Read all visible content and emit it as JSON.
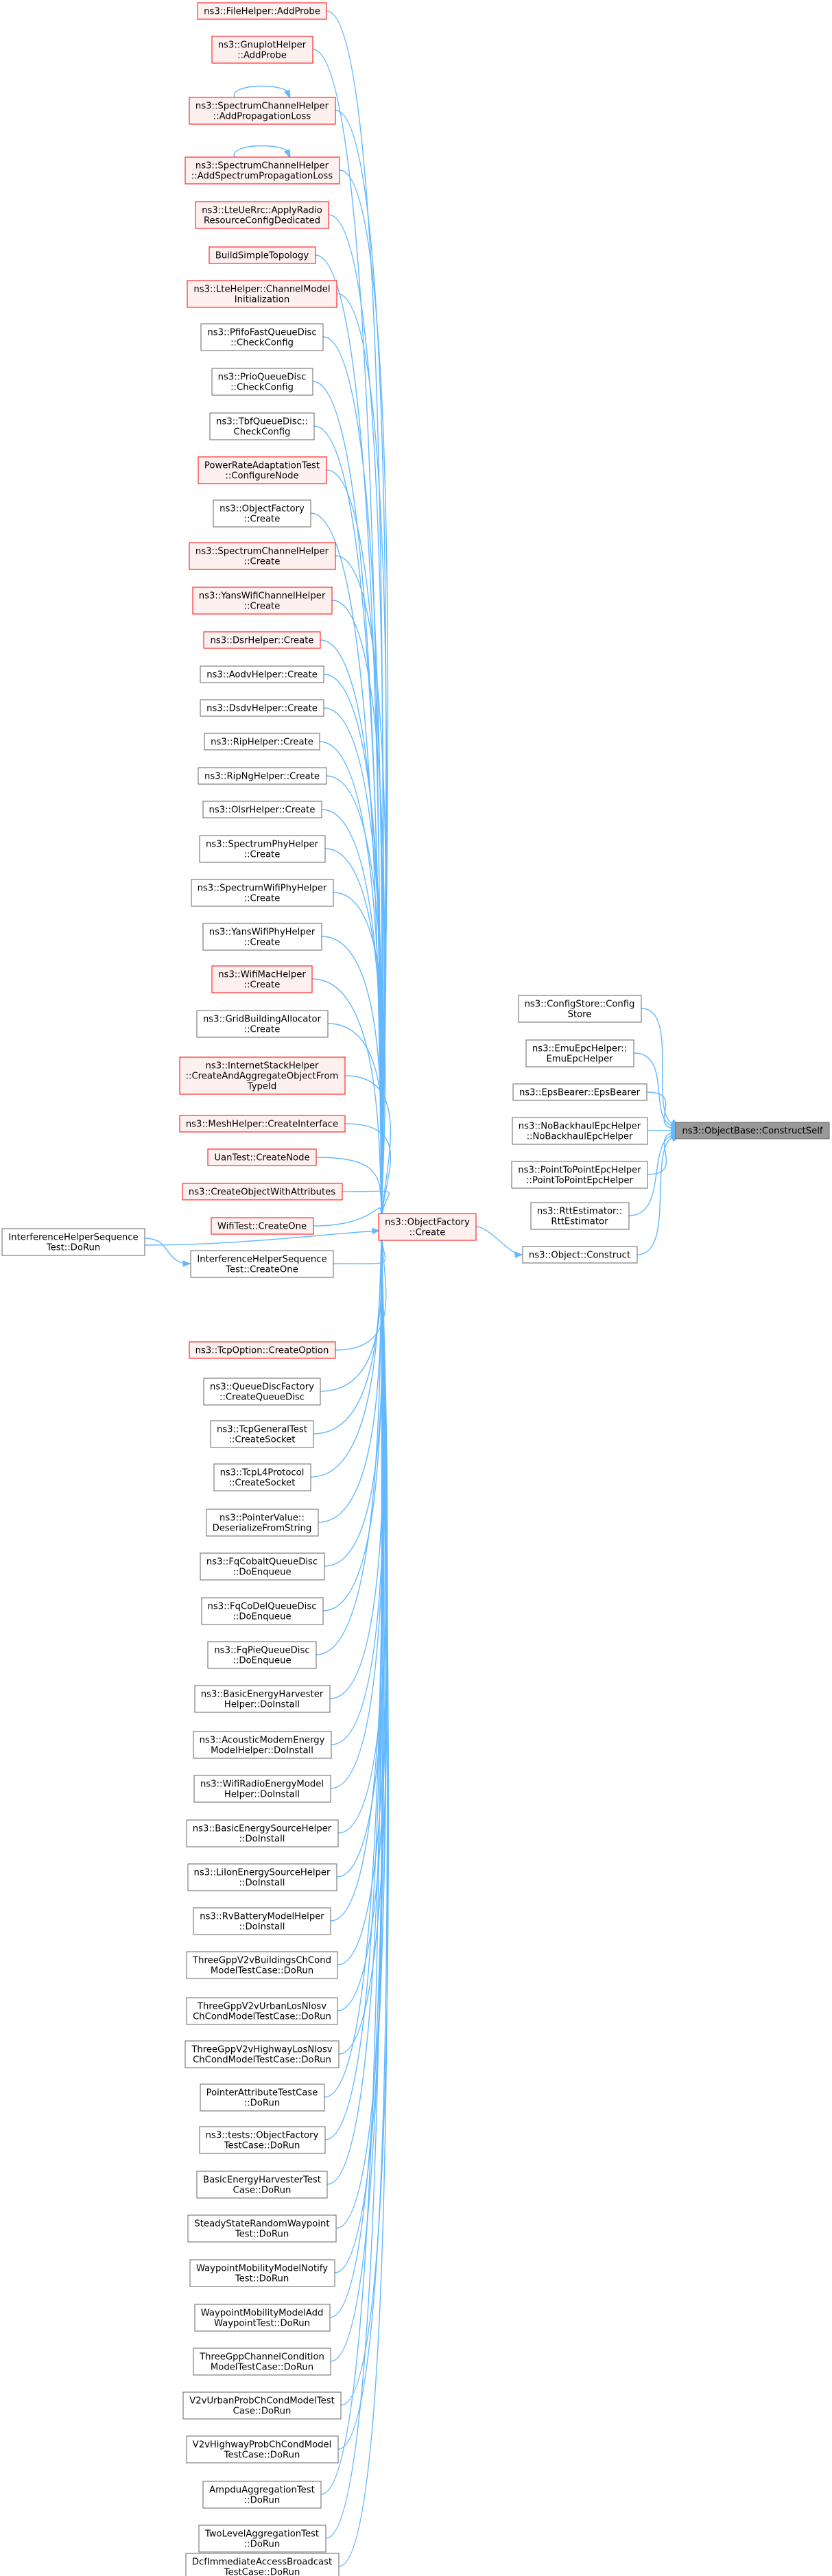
{
  "colors": {
    "edge": "#63b8ff",
    "node_border_default": "#666666",
    "node_border_red": "#ff0000",
    "node_fill_default": "#ffffff",
    "node_fill_red": "#fff0f0",
    "node_fill_target": "#999999"
  },
  "target": {
    "id": "objectbase",
    "lines": [
      "ns3::ObjectBase::ConstructSelf"
    ]
  },
  "hub": {
    "id": "objectfactory-create",
    "lines": [
      "ns3::ObjectFactory",
      "::Create"
    ]
  },
  "right_callers": [
    {
      "id": "configstore",
      "lines": [
        "ns3::ConfigStore::Config",
        "Store"
      ]
    },
    {
      "id": "emuepc",
      "lines": [
        "ns3::EmuEpcHelper::",
        "EmuEpcHelper"
      ]
    },
    {
      "id": "epsbearer",
      "lines": [
        "ns3::EpsBearer::EpsBearer"
      ]
    },
    {
      "id": "nobackhaul",
      "lines": [
        "ns3::NoBackhaulEpcHelper",
        "::NoBackhaulEpcHelper"
      ]
    },
    {
      "id": "p2pepc",
      "lines": [
        "ns3::PointToPointEpcHelper",
        "::PointToPointEpcHelper"
      ]
    },
    {
      "id": "rttestimator",
      "lines": [
        "ns3::RttEstimator::",
        "RttEstimator"
      ]
    },
    {
      "id": "object-construct",
      "lines": [
        "ns3::Object::Construct"
      ]
    }
  ],
  "left_callers": [
    {
      "id": "n01",
      "lines": [
        "ns3::FileHelper::AddProbe"
      ],
      "red": true
    },
    {
      "id": "n02",
      "lines": [
        "ns3::GnuplotHelper",
        "::AddProbe"
      ],
      "red": true
    },
    {
      "id": "n03",
      "lines": [
        "ns3::SpectrumChannelHelper",
        "::AddPropagationLoss"
      ],
      "red": true,
      "self_loop": true
    },
    {
      "id": "n04",
      "lines": [
        "ns3::SpectrumChannelHelper",
        "::AddSpectrumPropagationLoss"
      ],
      "red": true,
      "self_loop": true
    },
    {
      "id": "n05",
      "lines": [
        "ns3::LteUeRrc::ApplyRadio",
        "ResourceConfigDedicated"
      ],
      "red": true
    },
    {
      "id": "n06",
      "lines": [
        "BuildSimpleTopology"
      ],
      "red": true
    },
    {
      "id": "n07",
      "lines": [
        "ns3::LteHelper::ChannelModel",
        "Initialization"
      ],
      "red": true
    },
    {
      "id": "n08",
      "lines": [
        "ns3::PfifoFastQueueDisc",
        "::CheckConfig"
      ]
    },
    {
      "id": "n09",
      "lines": [
        "ns3::PrioQueueDisc",
        "::CheckConfig"
      ]
    },
    {
      "id": "n10",
      "lines": [
        "ns3::TbfQueueDisc::",
        "CheckConfig"
      ]
    },
    {
      "id": "n11",
      "lines": [
        "PowerRateAdaptationTest",
        "::ConfigureNode"
      ],
      "red": true
    },
    {
      "id": "n12",
      "lines": [
        "ns3::ObjectFactory",
        "::Create"
      ]
    },
    {
      "id": "n13",
      "lines": [
        "ns3::SpectrumChannelHelper",
        "::Create"
      ],
      "red": true
    },
    {
      "id": "n14",
      "lines": [
        "ns3::YansWifiChannelHelper",
        "::Create"
      ],
      "red": true
    },
    {
      "id": "n15",
      "lines": [
        "ns3::DsrHelper::Create"
      ],
      "red": true
    },
    {
      "id": "n16",
      "lines": [
        "ns3::AodvHelper::Create"
      ]
    },
    {
      "id": "n17",
      "lines": [
        "ns3::DsdvHelper::Create"
      ]
    },
    {
      "id": "n18",
      "lines": [
        "ns3::RipHelper::Create"
      ]
    },
    {
      "id": "n19",
      "lines": [
        "ns3::RipNgHelper::Create"
      ]
    },
    {
      "id": "n20",
      "lines": [
        "ns3::OlsrHelper::Create"
      ]
    },
    {
      "id": "n21",
      "lines": [
        "ns3::SpectrumPhyHelper",
        "::Create"
      ]
    },
    {
      "id": "n22",
      "lines": [
        "ns3::SpectrumWifiPhyHelper",
        "::Create"
      ]
    },
    {
      "id": "n23",
      "lines": [
        "ns3::YansWifiPhyHelper",
        "::Create"
      ]
    },
    {
      "id": "n24",
      "lines": [
        "ns3::WifiMacHelper",
        "::Create"
      ],
      "red": true
    },
    {
      "id": "n25",
      "lines": [
        "ns3::GridBuildingAllocator",
        "::Create"
      ]
    },
    {
      "id": "n26",
      "lines": [
        "ns3::InternetStackHelper",
        "::CreateAndAggregateObjectFrom",
        "TypeId"
      ],
      "red": true
    },
    {
      "id": "n27",
      "lines": [
        "ns3::MeshHelper::CreateInterface"
      ],
      "red": true
    },
    {
      "id": "n28",
      "lines": [
        "UanTest::CreateNode"
      ],
      "red": true
    },
    {
      "id": "n29",
      "lines": [
        "ns3::CreateObjectWithAttributes"
      ],
      "red": true
    },
    {
      "id": "n30",
      "lines": [
        "WifiTest::CreateOne"
      ],
      "red": true
    },
    {
      "id": "n31",
      "lines": [
        "InterferenceHelperSequence",
        "Test::CreateOne"
      ]
    },
    {
      "id": "n32",
      "lines": [
        "ns3::TcpOption::CreateOption"
      ],
      "red": true
    },
    {
      "id": "n33",
      "lines": [
        "ns3::QueueDiscFactory",
        "::CreateQueueDisc"
      ]
    },
    {
      "id": "n34",
      "lines": [
        "ns3::TcpGeneralTest",
        "::CreateSocket"
      ]
    },
    {
      "id": "n35",
      "lines": [
        "ns3::TcpL4Protocol",
        "::CreateSocket"
      ]
    },
    {
      "id": "n36",
      "lines": [
        "ns3::PointerValue::",
        "DeserializeFromString"
      ]
    },
    {
      "id": "n37",
      "lines": [
        "ns3::FqCobaltQueueDisc",
        "::DoEnqueue"
      ]
    },
    {
      "id": "n38",
      "lines": [
        "ns3::FqCoDelQueueDisc",
        "::DoEnqueue"
      ]
    },
    {
      "id": "n39",
      "lines": [
        "ns3::FqPieQueueDisc",
        "::DoEnqueue"
      ]
    },
    {
      "id": "n40",
      "lines": [
        "ns3::BasicEnergyHarvester",
        "Helper::DoInstall"
      ]
    },
    {
      "id": "n41",
      "lines": [
        "ns3::AcousticModemEnergy",
        "ModelHelper::DoInstall"
      ]
    },
    {
      "id": "n42",
      "lines": [
        "ns3::WifiRadioEnergyModel",
        "Helper::DoInstall"
      ]
    },
    {
      "id": "n43",
      "lines": [
        "ns3::BasicEnergySourceHelper",
        "::DoInstall"
      ]
    },
    {
      "id": "n44",
      "lines": [
        "ns3::LiIonEnergySourceHelper",
        "::DoInstall"
      ]
    },
    {
      "id": "n45",
      "lines": [
        "ns3::RvBatteryModelHelper",
        "::DoInstall"
      ]
    },
    {
      "id": "n46",
      "lines": [
        "ThreeGppV2vBuildingsChCond",
        "ModelTestCase::DoRun"
      ]
    },
    {
      "id": "n47",
      "lines": [
        "ThreeGppV2vUrbanLosNlosv",
        "ChCondModelTestCase::DoRun"
      ]
    },
    {
      "id": "n48",
      "lines": [
        "ThreeGppV2vHighwayLosNlosv",
        "ChCondModelTestCase::DoRun"
      ]
    },
    {
      "id": "n49",
      "lines": [
        "PointerAttributeTestCase",
        "::DoRun"
      ]
    },
    {
      "id": "n50",
      "lines": [
        "ns3::tests::ObjectFactory",
        "TestCase::DoRun"
      ]
    },
    {
      "id": "n51",
      "lines": [
        "BasicEnergyHarvesterTest",
        "Case::DoRun"
      ]
    },
    {
      "id": "n52",
      "lines": [
        "SteadyStateRandomWaypoint",
        "Test::DoRun"
      ]
    },
    {
      "id": "n53",
      "lines": [
        "WaypointMobilityModelNotify",
        "Test::DoRun"
      ]
    },
    {
      "id": "n54",
      "lines": [
        "WaypointMobilityModelAdd",
        "WaypointTest::DoRun"
      ]
    },
    {
      "id": "n55",
      "lines": [
        "ThreeGppChannelCondition",
        "ModelTestCase::DoRun"
      ]
    },
    {
      "id": "n56",
      "lines": [
        "V2vUrbanProbChCondModelTest",
        "Case::DoRun"
      ]
    },
    {
      "id": "n57",
      "lines": [
        "V2vHighwayProbChCondModel",
        "TestCase::DoRun"
      ]
    },
    {
      "id": "n58",
      "lines": [
        "AmpduAggregationTest",
        "::DoRun"
      ]
    },
    {
      "id": "n59",
      "lines": [
        "TwoLevelAggregationTest",
        "::DoRun"
      ]
    },
    {
      "id": "n60",
      "lines": [
        "DcfImmediateAccessBroadcast",
        "TestCase::DoRun"
      ]
    }
  ],
  "far_left": {
    "id": "ihst-dorun",
    "lines": [
      "InterferenceHelperSequence",
      "Test::DoRun"
    ]
  }
}
